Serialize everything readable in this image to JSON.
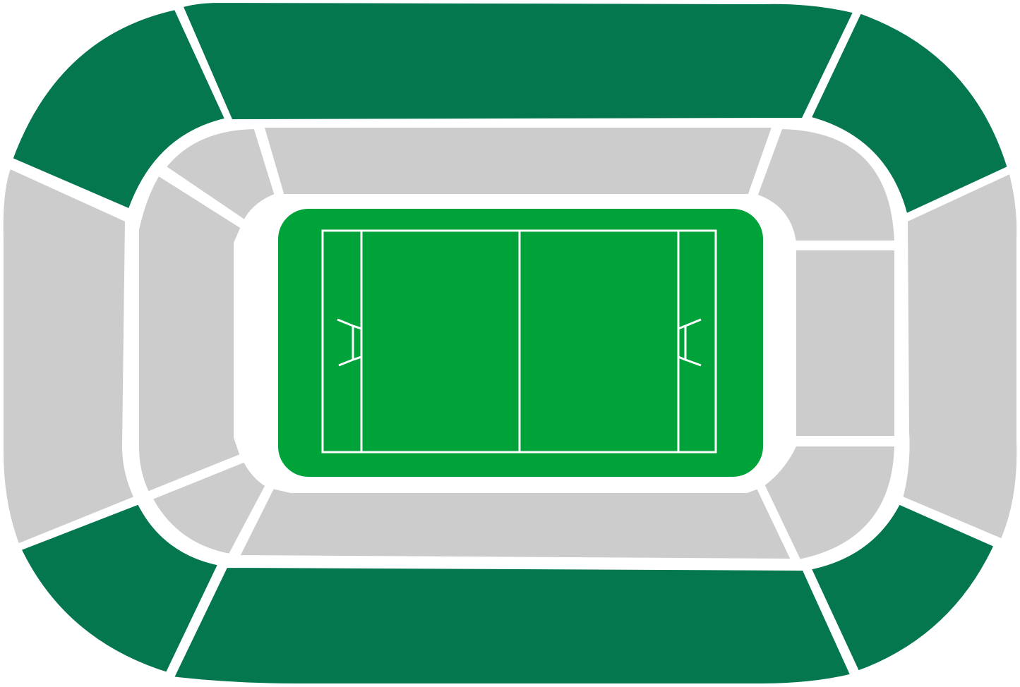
{
  "map": {
    "colors": {
      "upper_tier": "#04774f",
      "lower_tier": "#cccccc",
      "pitch": "#00a23a",
      "pitch_lines": "#ffffff",
      "gaps": "#ffffff"
    },
    "sections": [
      {
        "id": "upper-north",
        "tier": "upper"
      },
      {
        "id": "upper-northwest",
        "tier": "upper"
      },
      {
        "id": "upper-northeast",
        "tier": "upper"
      },
      {
        "id": "upper-west",
        "tier": "lower-colour"
      },
      {
        "id": "upper-east",
        "tier": "lower-colour"
      },
      {
        "id": "upper-southwest",
        "tier": "upper"
      },
      {
        "id": "upper-south",
        "tier": "upper"
      },
      {
        "id": "upper-southeast",
        "tier": "upper"
      },
      {
        "id": "lower-north",
        "tier": "lower"
      },
      {
        "id": "lower-northwest-corner",
        "tier": "lower"
      },
      {
        "id": "lower-west",
        "tier": "lower"
      },
      {
        "id": "lower-southwest-corner",
        "tier": "lower"
      },
      {
        "id": "lower-south",
        "tier": "lower"
      },
      {
        "id": "lower-southeast-corner",
        "tier": "lower"
      },
      {
        "id": "lower-east",
        "tier": "lower"
      },
      {
        "id": "lower-northeast-corner",
        "tier": "lower"
      }
    ]
  }
}
